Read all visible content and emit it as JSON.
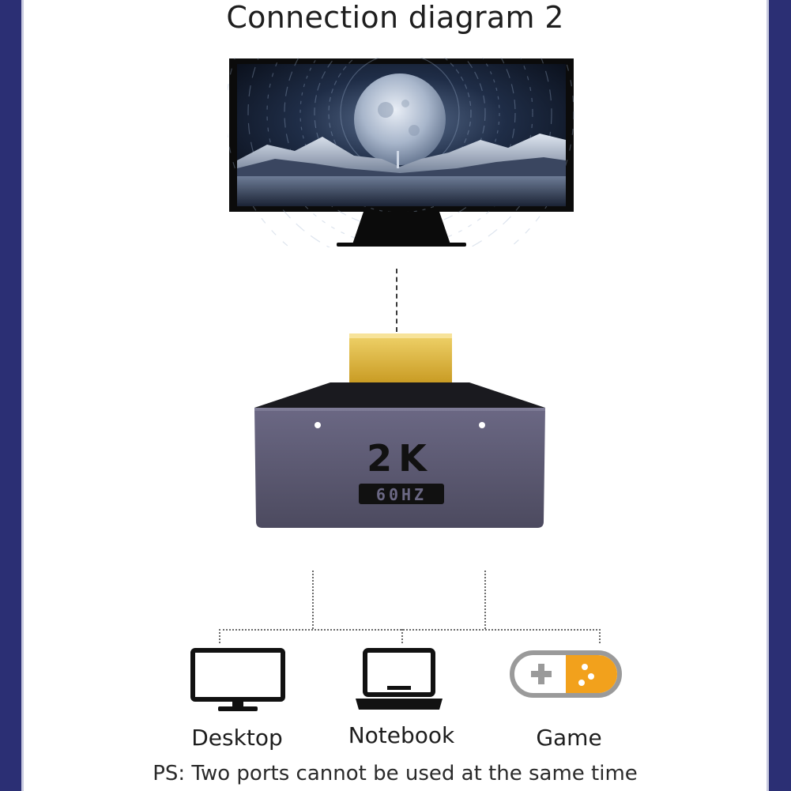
{
  "title": "Connection diagram 2",
  "adapter": {
    "resolution": "2K",
    "refresh": "60HZ"
  },
  "devices": [
    {
      "label": "Desktop",
      "icon": "desktop-monitor-icon"
    },
    {
      "label": "Notebook",
      "icon": "laptop-icon"
    },
    {
      "label": "Game",
      "icon": "game-controller-icon"
    }
  ],
  "footnote": "PS: Two ports cannot be used at the same time",
  "colors": {
    "side_bar": "#2b2f74",
    "adapter_body": "#5a5770",
    "connector_gold": "#d8b43a",
    "game_accent": "#f2a11c"
  }
}
